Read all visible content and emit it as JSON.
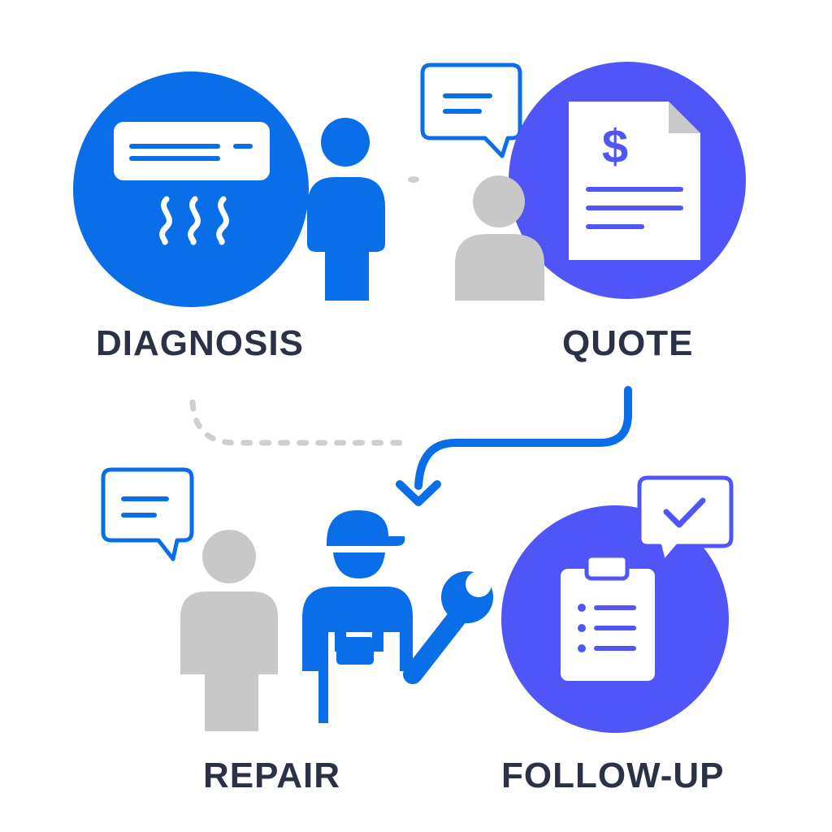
{
  "steps": {
    "diagnosis": "DIAGNOSIS",
    "quote": "QUOTE",
    "repair": "REPAIR",
    "followup": "FOLLOW-UP"
  },
  "icons": {
    "diagnosis": [
      "air-conditioner-icon",
      "person-icon"
    ],
    "quote": [
      "chat-bubble-icon",
      "person-icon",
      "invoice-document-icon",
      "dollar-sign-icon"
    ],
    "repair": [
      "chat-bubble-icon",
      "person-icon",
      "technician-icon",
      "wrench-icon"
    ],
    "followup": [
      "clipboard-checklist-icon",
      "checkmark-bubble-icon"
    ],
    "connectors": [
      "dotted-connector",
      "arrow-connector"
    ]
  },
  "colors": {
    "primary_blue": "#0a6ee9",
    "indigo": "#4f55f7",
    "gray_person": "#c8c8c8",
    "label_text": "#2b3245",
    "dotted_gray": "#cfcfcf"
  }
}
